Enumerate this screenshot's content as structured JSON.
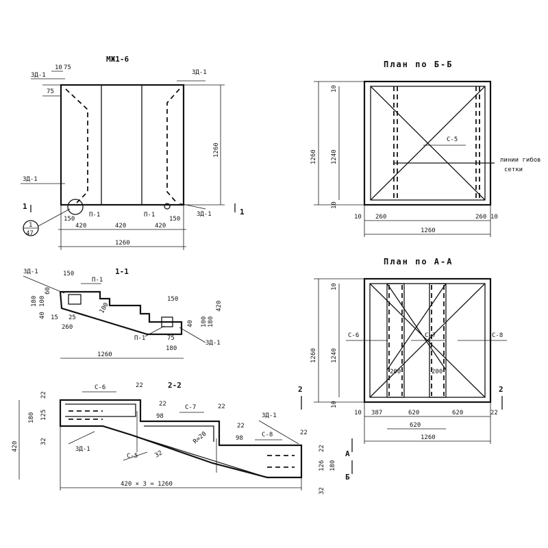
{
  "titles": {
    "elevation": "МЖ1-6",
    "plan_bb": "План по Б-Б",
    "plan_aa": "План по А-А",
    "section_11": "1-1",
    "section_22": "2-2"
  },
  "labels": {
    "zd1": "ЗД-1",
    "p1": "П-1",
    "c5": "С-5",
    "c6": "С-6",
    "c7": "С-7",
    "c8": "С-8",
    "grid_line_1": "линии гибов",
    "grid_line_2": "сетки",
    "circle_top": "1",
    "circle_bottom": "47",
    "mark_1": "1",
    "mark_2": "2",
    "mark_a": "А",
    "mark_b": "Б",
    "r": "R=20"
  },
  "dims": {
    "d10": "10",
    "d75": "75",
    "d150": "150",
    "d420": "420",
    "d1260": "1260",
    "d1240": "1240",
    "d260": "260",
    "d387": "387",
    "d620": "620",
    "d200": "200",
    "d22": "22",
    "d98": "98",
    "d32": "32",
    "d125": "125",
    "d126": "126",
    "d180": "180",
    "d100": "100",
    "d40": "40",
    "d60": "60",
    "d15": "15",
    "d25": "25",
    "d75b": "75",
    "d42x3": "420 × 3 = 1260",
    "d420v": "420"
  }
}
